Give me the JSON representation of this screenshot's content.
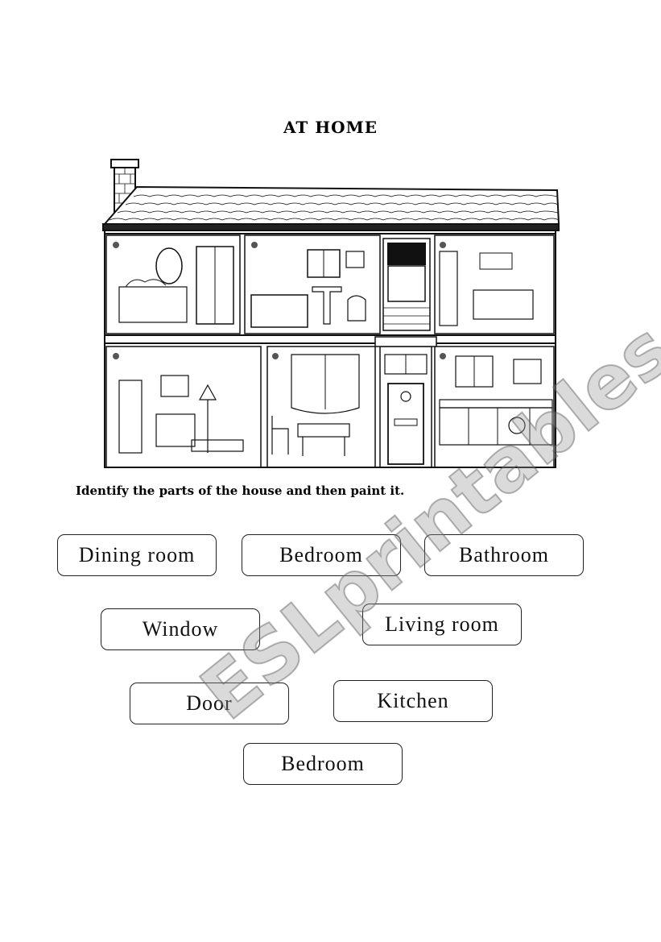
{
  "title": "AT HOME",
  "instruction": "Identify the parts of the house and then paint it.",
  "labels": [
    "Dining room",
    "Bedroom",
    "Bathroom",
    "Window",
    "Living room",
    "Door",
    "Kitchen",
    "Bedroom"
  ],
  "watermark": "ESLprintables.com"
}
